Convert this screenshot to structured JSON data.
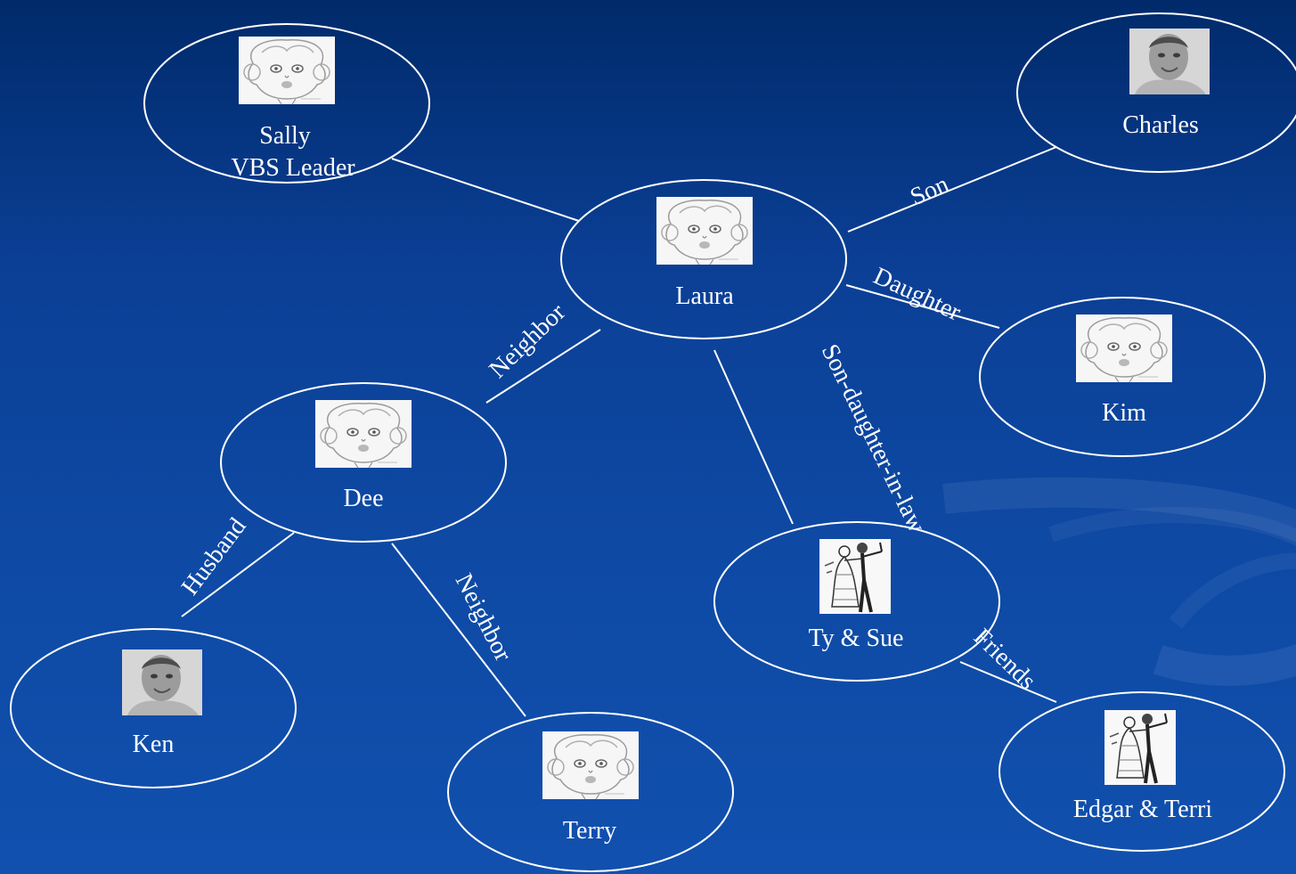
{
  "colors": {
    "background_top": "#002a6a",
    "background_bottom": "#1150ae",
    "line": "#ffffff",
    "text": "#ffffff"
  },
  "nodes": {
    "laura": {
      "lines": [
        "Laura"
      ],
      "photo": "girl-caricature-icon"
    },
    "sally": {
      "lines": [
        "Sally",
        "VBS Leader"
      ],
      "photo": "girl-caricature-icon"
    },
    "charles": {
      "lines": [
        "Charles"
      ],
      "photo": "boy-photo-icon"
    },
    "kim": {
      "lines": [
        "Kim"
      ],
      "photo": "girl-caricature-icon"
    },
    "dee": {
      "lines": [
        "Dee"
      ],
      "photo": "girl-caricature-icon"
    },
    "tysue": {
      "lines": [
        "Ty & Sue"
      ],
      "photo": "dancing-couple-icon"
    },
    "ken": {
      "lines": [
        "Ken"
      ],
      "photo": "boy-photo-icon"
    },
    "terry": {
      "lines": [
        "Terry"
      ],
      "photo": "girl-caricature-icon"
    },
    "edgar": {
      "lines": [
        "Edgar & Terri"
      ],
      "photo": "dancing-couple-icon"
    }
  },
  "edges": {
    "laura_charles": "Son",
    "laura_kim": "Daughter",
    "laura_dee": "Neighbor",
    "laura_tysue": "Son-daughter-in-law",
    "dee_ken": "Husband",
    "dee_terry": "Neighbor",
    "tysue_edgar": "Friends"
  }
}
